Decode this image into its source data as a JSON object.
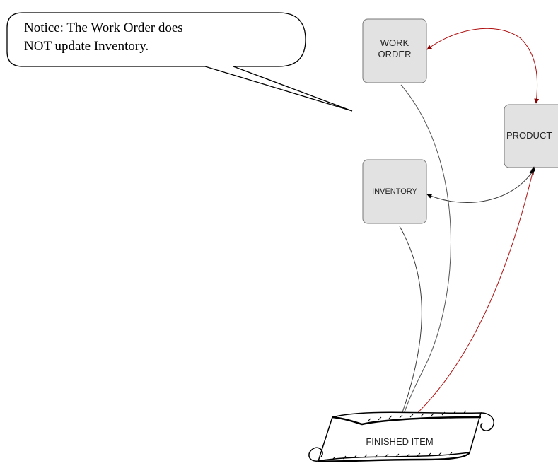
{
  "callout": {
    "lines": [
      "Notice: The Work Order does",
      "NOT update Inventory."
    ]
  },
  "nodes": {
    "work_order": {
      "lines": [
        "WORK",
        "ORDER"
      ]
    },
    "product": {
      "label": "PRODUCT"
    },
    "inventory": {
      "label": "INVENTORY"
    },
    "finished_item": {
      "label": "FINISHED ITEM"
    }
  },
  "colors": {
    "node_fill": "#e2e2e2",
    "node_border": "#777777",
    "connector_dark": "#3a3a3a",
    "connector_red": "#b01010",
    "arrowhead": "#000000",
    "arrowhead_red": "#8b0000",
    "text": "#000000"
  }
}
